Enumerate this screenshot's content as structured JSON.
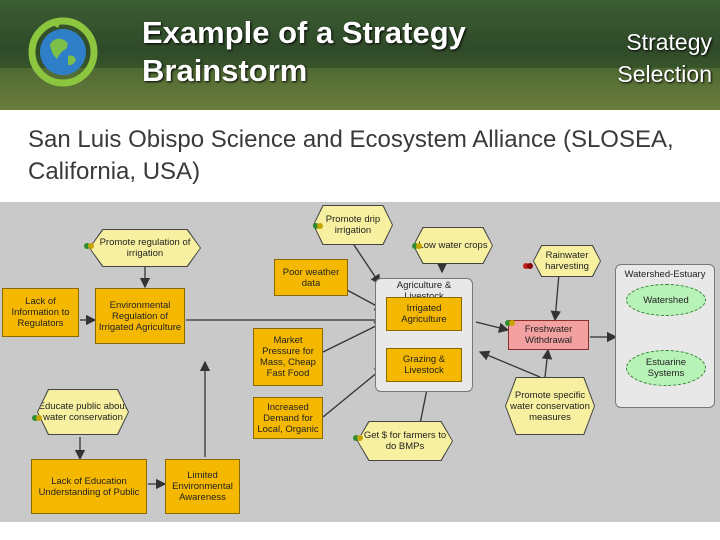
{
  "slide": {
    "title": "Example of a Strategy Brainstorm",
    "selection_label": "Strategy Selection",
    "subtitle": "San Luis Obispo Science and Ecosystem Alliance (SLOSEA, California, USA)"
  },
  "diagram": {
    "strategies": {
      "promote_drip": "Promote drip irrigation",
      "promote_regulation": "Promote regulation of irrigation",
      "low_water_crops": "Low water crops",
      "rainwater": "Rainwater harvesting",
      "educate_public": "Educate public about water conservation",
      "get_funds": "Get $ for farmers to do BMPs",
      "promote_measures": "Promote specific water conservation measures"
    },
    "factors": {
      "poor_weather": "Poor weather data",
      "lack_info": "Lack of Information to Regulators",
      "env_regulation": "Environmental Regulation of Irrigated Agriculture",
      "market_pressure": "Market Pressure for Mass, Cheap Fast Food",
      "increased_demand": "Increased Demand for Local, Organic",
      "lack_education": "Lack of Education Understanding of Public",
      "limited_awareness": "Limited Environmental Awareness"
    },
    "threats": {
      "group_label": "Agriculture & Livestock",
      "irrigated": "Irrigated Agriculture",
      "grazing": "Grazing & Livestock",
      "freshwater": "Freshwater Withdrawal"
    },
    "targets": {
      "group_label": "Watershed-Estuary",
      "watershed": "Watershed",
      "estuarine": "Estuarine Systems"
    }
  }
}
